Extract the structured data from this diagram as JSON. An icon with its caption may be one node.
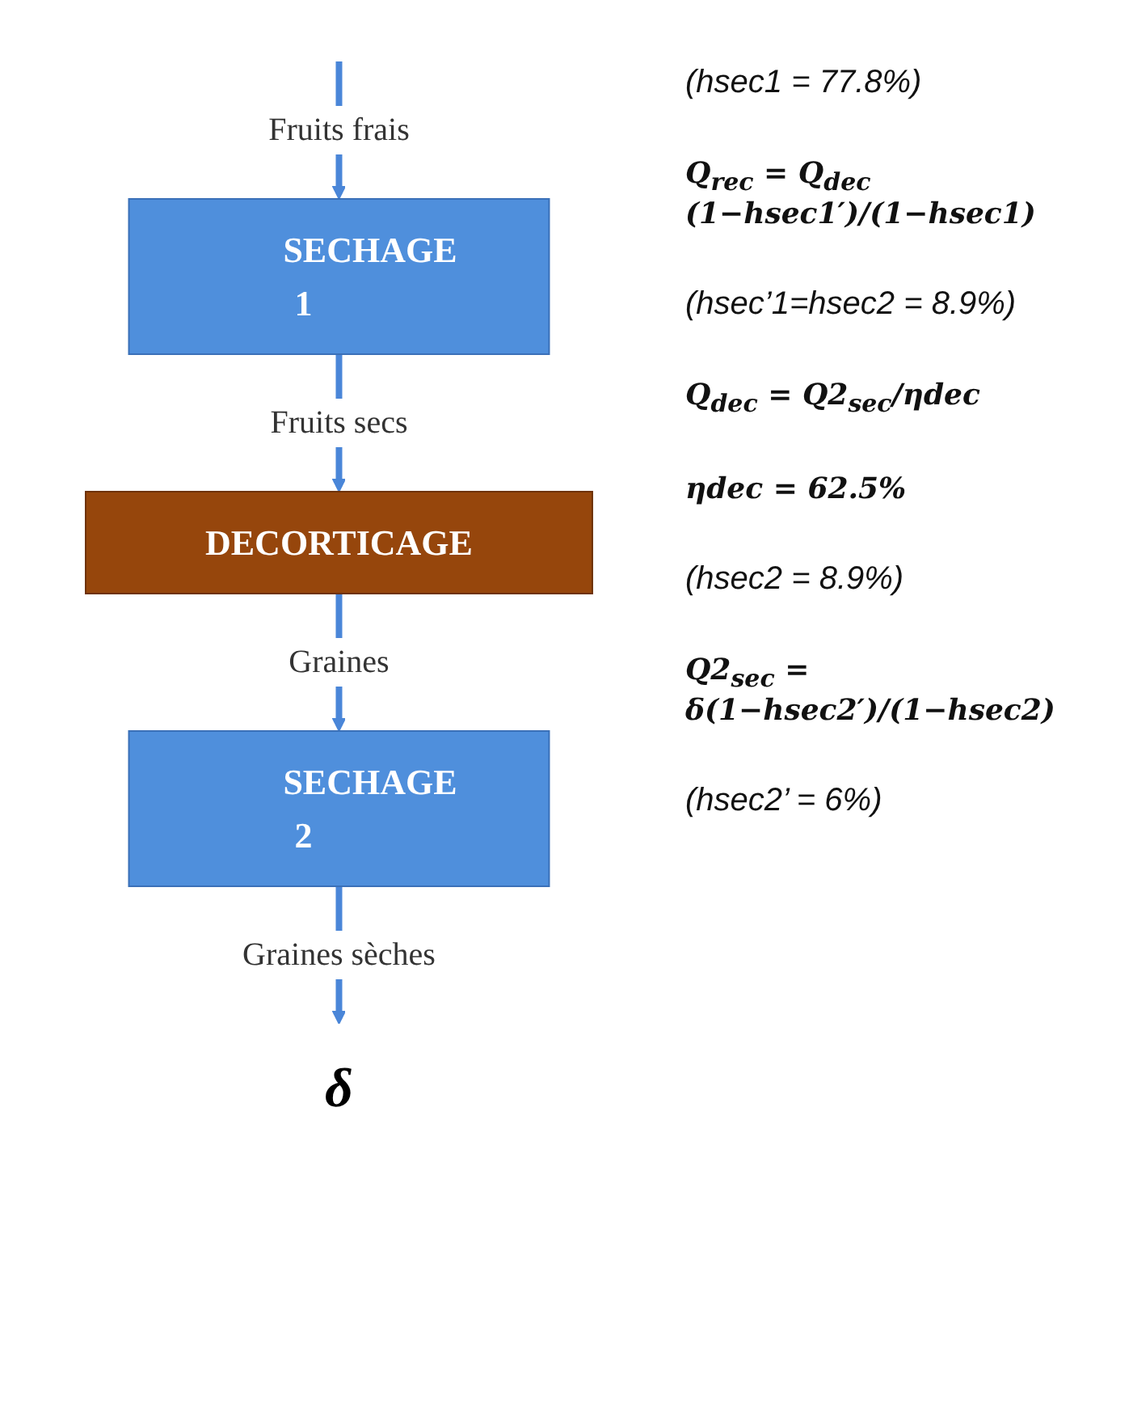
{
  "diagram": {
    "nodes": [
      {
        "text": [
          "SECHAGE 1"
        ]
      },
      {
        "text": [
          "DECORTICAGE"
        ]
      },
      {
        "text": [
          "SECHAGE 2"
        ]
      },
      {
        "text": [
          "δ"
        ]
      }
    ],
    "edges": [
      {
        "from": null,
        "to": 0,
        "arrow": "to",
        "label": "Fruits frais"
      },
      {
        "from": 0,
        "to": 1,
        "arrow": "to",
        "label": "Fruits secs"
      },
      {
        "from": 1,
        "to": 2,
        "arrow": "to",
        "label": "Graines"
      },
      {
        "from": 2,
        "to": 3,
        "arrow": "to",
        "label": "Graines sèches"
      }
    ],
    "labels": [
      "(hsec1 = 77.8%)",
      "Q$_{rec}$ = Q$_{dec}$ (1−hsec1′)/(1−hsec1)",
      "(hsec’1=hsec2 = 8.9%)",
      "Q$_{dec}$ = Q2$_{sec}$/ηdec",
      "ηdec = 62.5%",
      "(hsec2 = 8.9%)",
      "Q2$_{sec}$ = δ(1−hsec2′)/(1−hsec2)",
      "(hsec2’ = 6%)"
    ]
  }
}
